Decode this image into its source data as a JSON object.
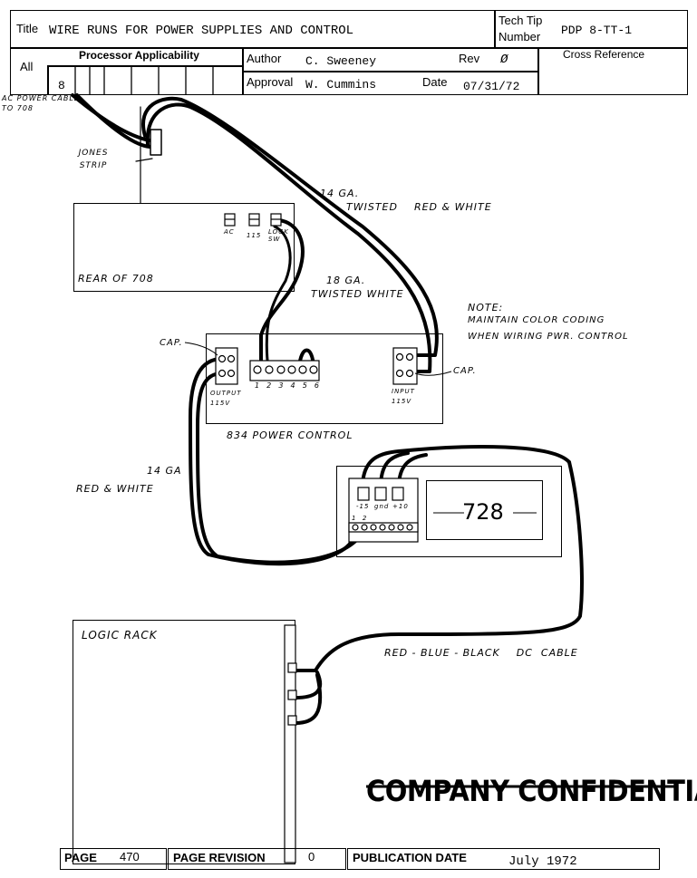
{
  "header": {
    "title_label": "Title",
    "title_value": "WIRE RUNS FOR POWER SUPPLIES AND CONTROL",
    "tech_tip_label_1": "Tech Tip",
    "tech_tip_label_2": "Number",
    "tech_tip_number": "PDP 8-TT-1",
    "all_label": "All",
    "processor_label": "Processor Applicability",
    "processor_value": "8",
    "author_label": "Author",
    "author_value": "C. Sweeney",
    "rev_label": "Rev",
    "rev_value": "Ø",
    "approval_label": "Approval",
    "approval_value": "W. Cummins",
    "date_label": "Date",
    "date_value": "07/31/72",
    "cross_ref_label": "Cross Reference"
  },
  "diagram": {
    "ac_power": "AC POWER CABLE TO 708",
    "jones_strip": "JONES STRIP",
    "rear_708": "REAR OF 708",
    "ac": "AC",
    "v115": "115",
    "lock_sw": "LOCK SW",
    "gauge_14_twisted": "14 GA.",
    "twisted_red_white": "TWISTED    RED & WHITE",
    "gauge_18": "18 GA.",
    "twisted_white": "TWISTED WHITE",
    "note_title": "NOTE:",
    "note_line1": "MAINTAIN COLOR CODING",
    "note_line2": "WHEN WIRING PWR. CONTROL",
    "cap_left": "CAP.",
    "cap_right": "CAP.",
    "output_label": "OUTPUT 115V",
    "input_label": "INPUT 115V",
    "terminals": "1  2  3  4  5  6",
    "power_control": "834 POWER CONTROL",
    "gauge_14_left": "14 GA",
    "red_white_left": "RED & WHITE",
    "term_m15": "-15",
    "term_gnd": "gnd",
    "term_p10": "+10",
    "term_12": "1  2",
    "display_728": "728",
    "logic_rack": "LOGIC RACK",
    "dc_cable": "RED - BLUE - BLACK    DC  CABLE",
    "stamp": "COMPANY CONFIDENTIAL"
  },
  "footer": {
    "page_label": "PAGE",
    "page_value": "470",
    "page_rev_label": "PAGE REVISION",
    "page_rev_value": "0",
    "pub_date_label": "PUBLICATION DATE",
    "pub_date_value": "July 1972"
  }
}
